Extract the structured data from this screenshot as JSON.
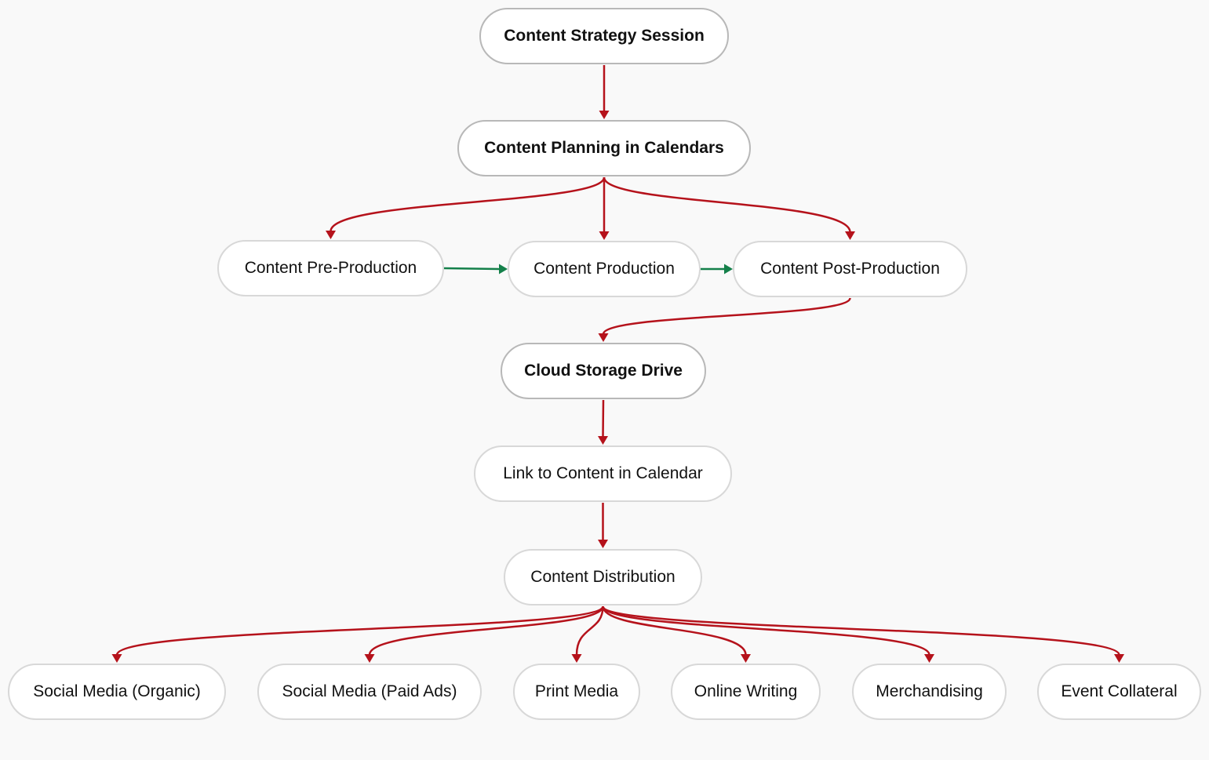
{
  "diagram": {
    "nodes": {
      "strategy": "Content Strategy Session",
      "planning": "Content Planning in Calendars",
      "pre_production": "Content Pre-Production",
      "production": "Content Production",
      "post_production": "Content Post-Production",
      "cloud_storage": "Cloud Storage Drive",
      "link_to_content": "Link to Content in Calendar",
      "distribution": "Content Distribution",
      "social_organic": "Social Media (Organic)",
      "social_paid": "Social Media (Paid Ads)",
      "print_media": "Print Media",
      "online_writing": "Online Writing",
      "merchandising": "Merchandising",
      "event_collateral": "Event Collateral"
    },
    "edges": [
      {
        "from": "strategy",
        "to": "planning",
        "kind": "flow"
      },
      {
        "from": "planning",
        "to": "pre_production",
        "kind": "flow"
      },
      {
        "from": "planning",
        "to": "production",
        "kind": "flow"
      },
      {
        "from": "planning",
        "to": "post_production",
        "kind": "flow"
      },
      {
        "from": "pre_production",
        "to": "production",
        "kind": "sequence"
      },
      {
        "from": "production",
        "to": "post_production",
        "kind": "sequence"
      },
      {
        "from": "post_production",
        "to": "cloud_storage",
        "kind": "flow"
      },
      {
        "from": "cloud_storage",
        "to": "link_to_content",
        "kind": "flow"
      },
      {
        "from": "link_to_content",
        "to": "distribution",
        "kind": "flow"
      },
      {
        "from": "distribution",
        "to": "social_organic",
        "kind": "flow"
      },
      {
        "from": "distribution",
        "to": "social_paid",
        "kind": "flow"
      },
      {
        "from": "distribution",
        "to": "print_media",
        "kind": "flow"
      },
      {
        "from": "distribution",
        "to": "online_writing",
        "kind": "flow"
      },
      {
        "from": "distribution",
        "to": "merchandising",
        "kind": "flow"
      },
      {
        "from": "distribution",
        "to": "event_collateral",
        "kind": "flow"
      }
    ],
    "colors": {
      "flow_edge": "#b5121b",
      "sequence_edge": "#14804a",
      "node_border": "#d8d8d8",
      "background": "#f9f9f9"
    }
  }
}
